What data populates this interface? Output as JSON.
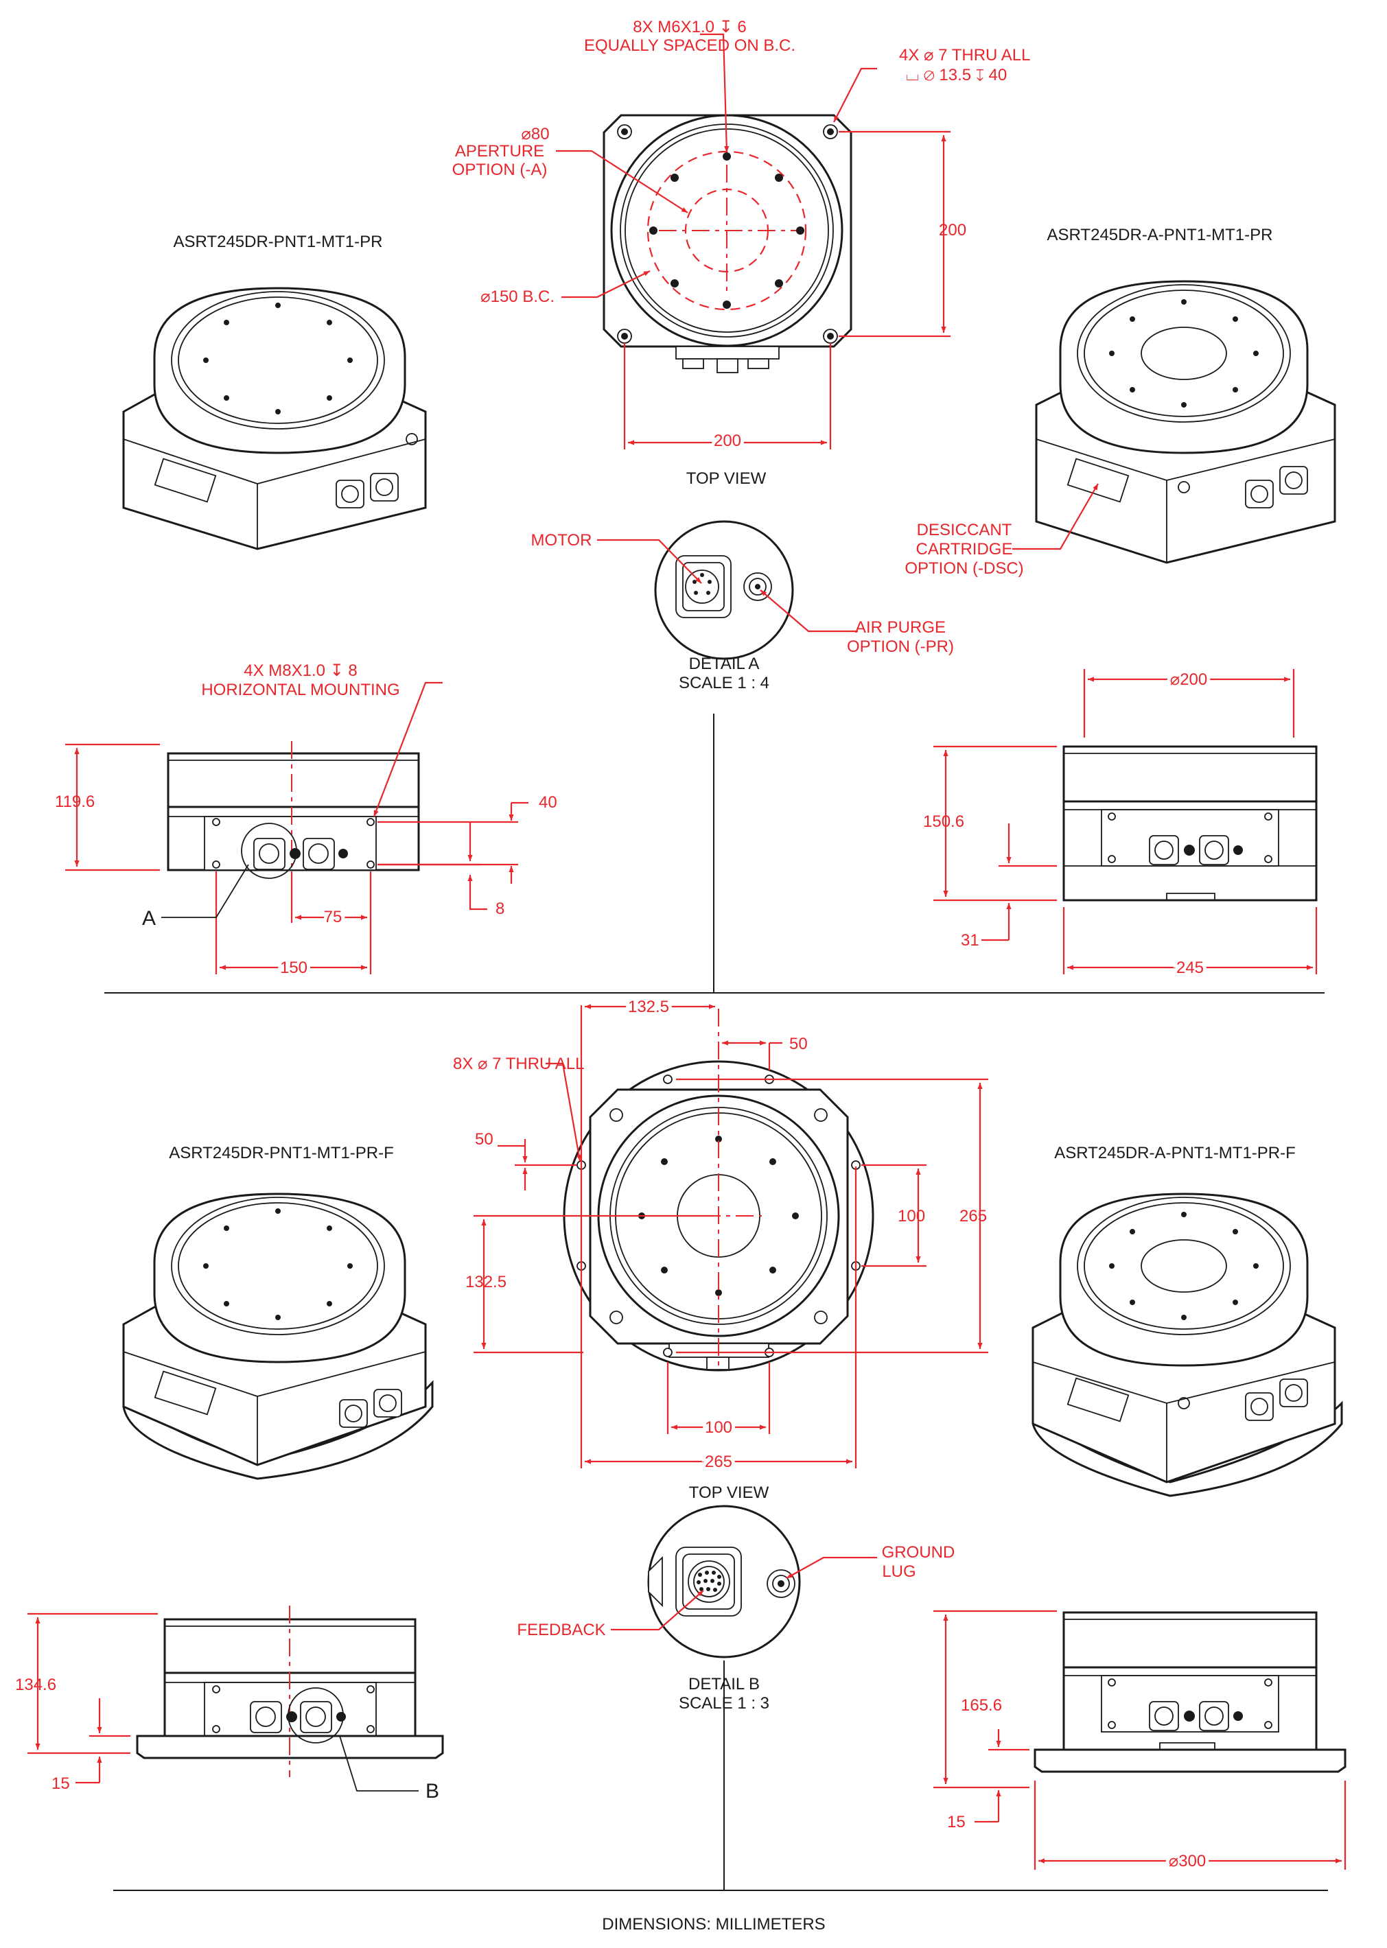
{
  "footer": {
    "units": "DIMENSIONS:  MILLIMETERS"
  },
  "top_section": {
    "top_view_label": "TOP VIEW",
    "callouts": {
      "tapped_holes_line1": "8X M6X1.0 ↧ 6",
      "tapped_holes_line2": "EQUALLY SPACED ON B.C.",
      "thru_holes_line1": "4X ⌀ 7 THRU ALL",
      "thru_holes_line2": "⌴ ⌀ 13.5 ↧ 40",
      "aperture_dia": "⌀80",
      "aperture_line1": "APERTURE",
      "aperture_line2": "OPTION (-A)",
      "bolt_circle": "⌀150 B.C.",
      "horizontal_mount_line1": "4X M8X1.0 ↧ 8",
      "horizontal_mount_line2": "HORIZONTAL MOUNTING",
      "desiccant_line1": "DESICCANT",
      "desiccant_line2": "CARTRIDGE",
      "desiccant_line3": "OPTION (-DSC)",
      "motor": "MOTOR",
      "air_purge_line1": "AIR PURGE",
      "air_purge_line2": "OPTION (-PR)"
    },
    "dimensions": {
      "top_height": "200",
      "top_width": "200",
      "side_height": "119.6",
      "hole_spacing_v": "40",
      "hole_offset": "8",
      "hole_spacing_h": "75",
      "hole_span": "150",
      "aperture_diameter": "⌀200",
      "aperture_height": "150.6",
      "aperture_base": "31",
      "aperture_width": "245"
    },
    "model_left": "ASRT245DR-PNT1-MT1-PR",
    "model_right": "ASRT245DR-A-PNT1-MT1-PR",
    "detail": {
      "ref": "A",
      "title": "DETAIL A",
      "scale": "SCALE 1 : 4"
    }
  },
  "bottom_section": {
    "top_view_label": "TOP VIEW",
    "callouts": {
      "thru_holes": "8X ⌀ 7 THRU ALL",
      "feedback": "FEEDBACK",
      "ground_lug_line1": "GROUND",
      "ground_lug_line2": "LUG"
    },
    "dimensions": {
      "offset_x": "132.5",
      "offset_x_small": "50",
      "offset_y_small": "50",
      "offset_y": "132.5",
      "inner_spacing_v": "100",
      "overall_height": "265",
      "inner_spacing_h": "100",
      "overall_width": "265",
      "side_height": "134.6",
      "side_base": "15",
      "aperture_height": "165.6",
      "aperture_base": "15",
      "aperture_diameter": "⌀300"
    },
    "model_left": "ASRT245DR-PNT1-MT1-PR-F",
    "model_right": "ASRT245DR-A-PNT1-MT1-PR-F",
    "detail": {
      "ref": "B",
      "title": "DETAIL B",
      "scale": "SCALE 1 : 3"
    }
  },
  "colors": {
    "annotation": "#e8262b",
    "outline": "#1a1a1a",
    "background": "#ffffff"
  }
}
